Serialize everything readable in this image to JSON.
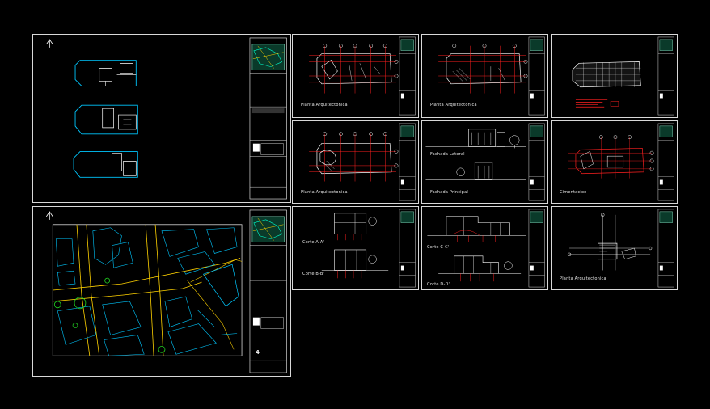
{
  "colors": {
    "background": "#000000",
    "frame": "#d8d8d8",
    "walls": "#ffffff",
    "dimension_lines": "#ff2020",
    "outline": "#00c8ff",
    "streets": "#ffd200",
    "trees": "#22dd22"
  },
  "sheets": [
    {
      "id": "sheet-1",
      "label": ""
    },
    {
      "id": "sheet-2",
      "label": "Planta Arquitectonica"
    },
    {
      "id": "sheet-3",
      "label": "Planta Arquitectonica"
    },
    {
      "id": "sheet-4",
      "label": ""
    },
    {
      "id": "sheet-5",
      "label": "Planta Arquitectonica"
    },
    {
      "id": "sheet-6",
      "label": "Fachada Lateral",
      "label2": "Fachada Principal"
    },
    {
      "id": "sheet-7",
      "label": "Cimentacion"
    },
    {
      "id": "sheet-8",
      "label": ""
    },
    {
      "id": "sheet-9",
      "label": "Corte A-A'",
      "label2": "Corte B-B'"
    },
    {
      "id": "sheet-10",
      "label": "Corte C-C'",
      "label2": "Corte D-D'"
    },
    {
      "id": "sheet-11",
      "label": "Planta Arquitectonica"
    }
  ],
  "title_block": {
    "sheet_number_mark": "4"
  }
}
